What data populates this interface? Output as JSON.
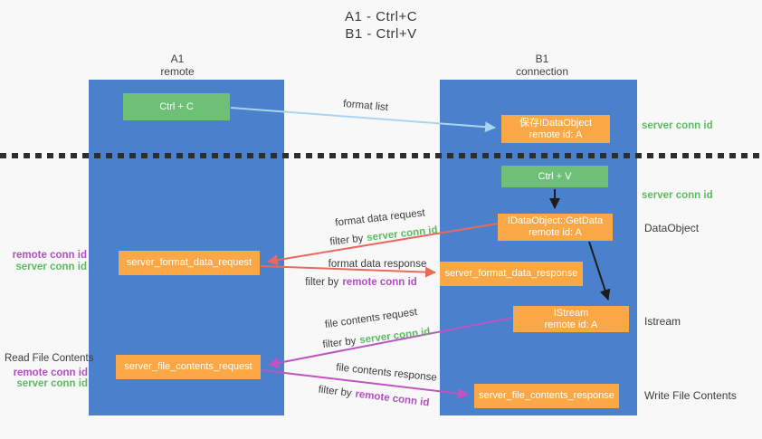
{
  "title": {
    "line1": "A1 - Ctrl+C",
    "line2": "B1 - Ctrl+V"
  },
  "columns": {
    "left": {
      "name": "A1",
      "role": "remote"
    },
    "right": {
      "name": "B1",
      "role": "connection"
    }
  },
  "nodes": {
    "ctrl_c": {
      "label": "Ctrl + C"
    },
    "save_idataobject": {
      "line1": "保存IDataObject",
      "line2": "remote id: A"
    },
    "ctrl_v": {
      "label": "Ctrl + V"
    },
    "getdata": {
      "line1": "IDataObject::GetData",
      "line2": "remote id: A"
    },
    "format_request": {
      "label": "server_format_data_request"
    },
    "format_response": {
      "label": "server_format_data_response"
    },
    "istream": {
      "line1": "IStream",
      "line2": "remote id: A"
    },
    "file_request": {
      "label": "server_file_contents_request"
    },
    "file_response": {
      "label": "server_file_contents_response"
    }
  },
  "arrow_labels": {
    "format_list": "format list",
    "format_data_request": "format data request",
    "format_data_response": "format data response",
    "file_contents_request": "file contents request",
    "file_contents_response": "file contents response",
    "filter_by": "filter by",
    "server_conn_id": "server conn id",
    "remote_conn_id": "remote conn id"
  },
  "side_labels": {
    "left_format": {
      "remote_conn_id": "remote conn id",
      "server_conn_id": "server conn id"
    },
    "left_file": {
      "title": "Read File Contents",
      "remote_conn_id": "remote conn id",
      "server_conn_id": "server conn id"
    },
    "right": {
      "server_conn_id_top": "server conn id",
      "server_conn_id_mid": "server conn id",
      "dataobject": "DataObject",
      "istream": "Istream",
      "write_file_contents": "Write File Contents"
    }
  },
  "colors": {
    "column_blue": "#4b80cc",
    "node_green": "#6fc077",
    "node_orange": "#f9a845",
    "green_text": "#5eba62",
    "magenta_text": "#b44ec4",
    "arrow_lightblue": "#a9d5f0",
    "arrow_red": "#e8695d",
    "arrow_magenta": "#bf54c4",
    "arrow_black": "#1c1c1c",
    "dark_text": "#3c3c3c"
  }
}
